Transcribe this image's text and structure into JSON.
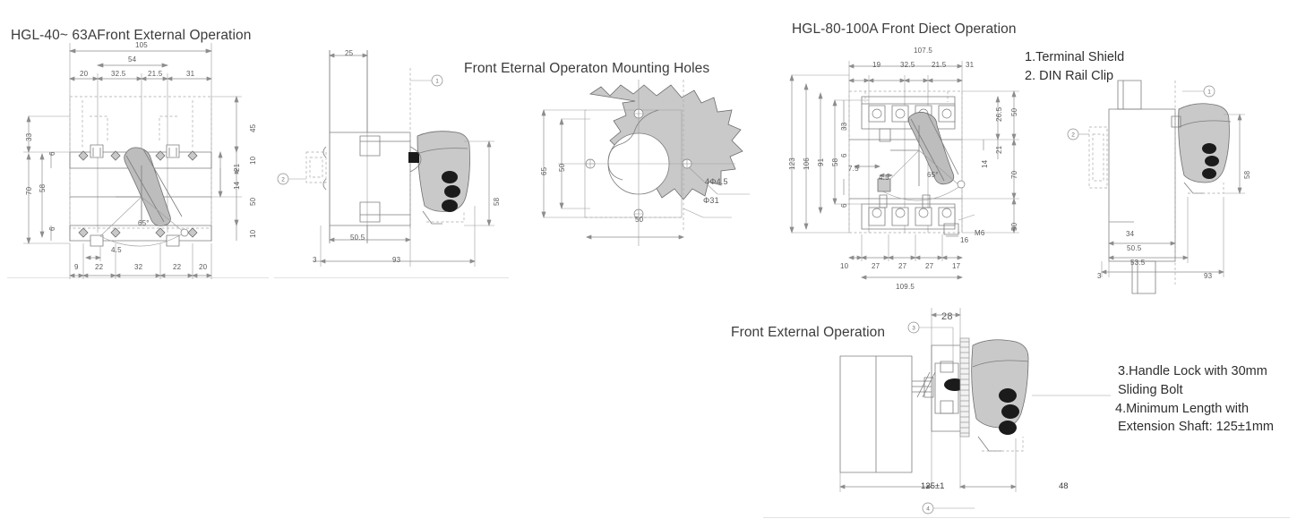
{
  "page": {
    "background": "#ffffff",
    "line_color": "#8d8d8d",
    "part_fill": "#c9c9c9"
  },
  "titles": {
    "left": "HGL-40~ 63AFront External Operation",
    "mounting_holes": "Front Eternal Operaton Mounting Holes",
    "right": "HGL-80-100A Front Diect Operation",
    "bottom": "Front External Operation"
  },
  "notes": {
    "line1": "1.Terminal Shield",
    "line2": "2. DIN Rail Clip",
    "line3": "3.Handle Lock with 30mm",
    "line4": "Sliding Bolt",
    "line5": "4.Minimum Length with",
    "line6": "Extension Shaft: 125±1mm"
  },
  "diagram_front_40_63": {
    "name": "HGL-40-63A front view",
    "top_overall": "105",
    "top_inner": "54",
    "top_chain": [
      "20",
      "32.5",
      "21.5",
      "31"
    ],
    "left_outer": "70",
    "left_mid": "58",
    "left_upper": "33",
    "left_small_top": "6",
    "left_small_bottom": "6",
    "right_top": "45",
    "right_10_top": "10",
    "right_21": "21",
    "right_14": "14",
    "right_50": "50",
    "right_10_bottom": "10",
    "angle": "65°",
    "small_45": "4.5",
    "bottom_chain": [
      "9",
      "22",
      "32",
      "22",
      "20"
    ]
  },
  "diagram_side_40_63": {
    "name": "HGL-40-63A side view",
    "top_25": "25",
    "handle_height": "58",
    "bottom_50_5": "50.5",
    "bottom_93": "93",
    "bottom_3": "3",
    "balloon_1": "1",
    "balloon_2": "2"
  },
  "diagram_mounting_holes": {
    "name": "Front external operation mounting holes",
    "outer_v": "65",
    "inner_v": "50",
    "bottom_h": "50",
    "hole_callout": "4Φ4.5",
    "bore_callout": "Φ31"
  },
  "diagram_front_80_100": {
    "name": "HGL-80-100A front view",
    "top_overall": "107.5",
    "top_chain": [
      "19",
      "32.5",
      "21.5",
      "31"
    ],
    "left_123": "123",
    "left_106": "106",
    "left_91": "91",
    "left_58": "58",
    "left_33": "33",
    "left_6_top": "6",
    "left_6_bottom": "6",
    "right_50_top": "50",
    "right_26_5": "26.5",
    "right_21": "21",
    "right_14": "14",
    "right_70": "70",
    "right_50_bottom": "50",
    "inner_7_5": "7.5",
    "inner_4_5": "4.5",
    "angle": "65°",
    "thread": "M6",
    "thread_len": "16",
    "bottom_chain": [
      "10",
      "27",
      "27",
      "27",
      "17"
    ],
    "bottom_overall": "109.5"
  },
  "diagram_side_80_100": {
    "name": "HGL-80-100A side view",
    "handle_height": "58",
    "dim_34": "34",
    "dim_50_5": "50.5",
    "dim_53_5": "53.5",
    "dim_93": "93",
    "dim_3": "3",
    "balloon_1": "1",
    "balloon_2": "2"
  },
  "diagram_extension": {
    "name": "Front external operation with extension shaft",
    "dim_28": "28",
    "dim_125": "125±1",
    "dim_48": "48",
    "balloon_3": "3",
    "balloon_4": "4"
  }
}
